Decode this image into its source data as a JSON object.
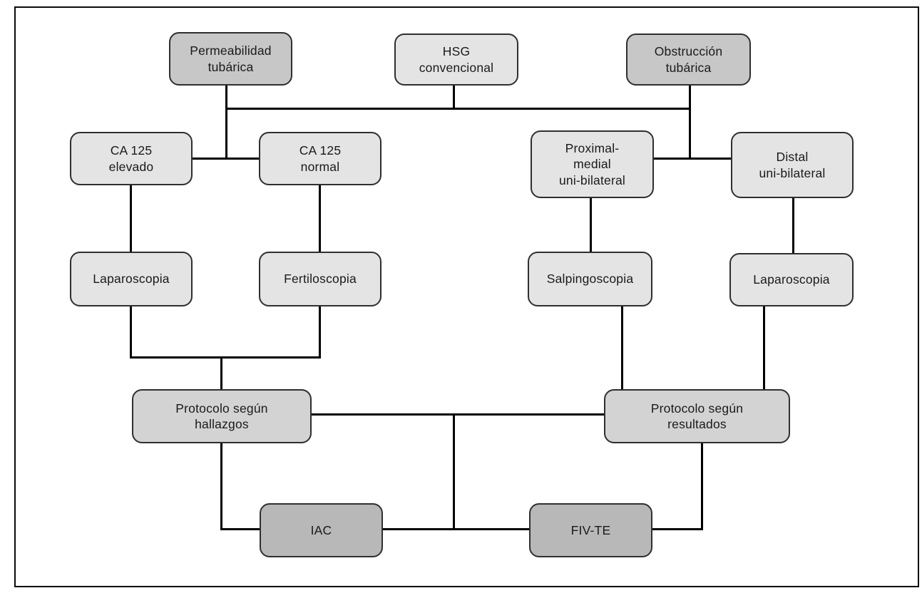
{
  "figure": {
    "type": "flowchart",
    "language": "es"
  },
  "colors": {
    "fill_light": "#e4e4e4",
    "fill_category": "#c7c7c7",
    "fill_protocol": "#d3d3d3",
    "fill_action": "#b8b8b8",
    "node_border": "#2f2f2f",
    "line_color": "#000000",
    "text_color": "#1a1a1a"
  },
  "nodes": {
    "permeabilidad": {
      "label": "Permeabilidad\ntubárica"
    },
    "hsg": {
      "label": "HSG\nconvencional"
    },
    "obstruccion": {
      "label": "Obstrucción\ntubárica"
    },
    "ca_elevado": {
      "label": "CA 125\nelevado"
    },
    "ca_normal": {
      "label": "CA 125\nnormal"
    },
    "proximal": {
      "label": "Proximal-\nmedial\nuni-bilateral"
    },
    "distal": {
      "label": "Distal\nuni-bilateral"
    },
    "laparoscopia_izq": {
      "label": "Laparoscopia"
    },
    "fertiloscopia": {
      "label": "Fertiloscopia"
    },
    "salpingoscopia": {
      "label": "Salpingoscopia"
    },
    "laparoscopia_der": {
      "label": "Laparoscopia"
    },
    "protocolo_hallazgos": {
      "label": "Protocolo según\nhallazgos"
    },
    "protocolo_resultados": {
      "label": "Protocolo según\nresultados"
    },
    "iac": {
      "label": "IAC"
    },
    "fivte": {
      "label": "FIV-TE"
    }
  },
  "edges": [
    [
      "hsg",
      "permeabilidad"
    ],
    [
      "hsg",
      "obstruccion"
    ],
    [
      "permeabilidad",
      "ca_elevado"
    ],
    [
      "permeabilidad",
      "ca_normal"
    ],
    [
      "obstruccion",
      "proximal"
    ],
    [
      "obstruccion",
      "distal"
    ],
    [
      "ca_elevado",
      "laparoscopia_izq"
    ],
    [
      "ca_normal",
      "fertiloscopia"
    ],
    [
      "proximal",
      "salpingoscopia"
    ],
    [
      "distal",
      "laparoscopia_der"
    ],
    [
      "laparoscopia_izq",
      "protocolo_hallazgos"
    ],
    [
      "fertiloscopia",
      "protocolo_hallazgos"
    ],
    [
      "salpingoscopia",
      "protocolo_resultados"
    ],
    [
      "laparoscopia_der",
      "protocolo_resultados"
    ],
    [
      "protocolo_hallazgos",
      "protocolo_resultados"
    ],
    [
      "protocolo_hallazgos",
      "iac"
    ],
    [
      "protocolo_resultados",
      "fivte"
    ],
    [
      "iac",
      "fivte"
    ]
  ]
}
